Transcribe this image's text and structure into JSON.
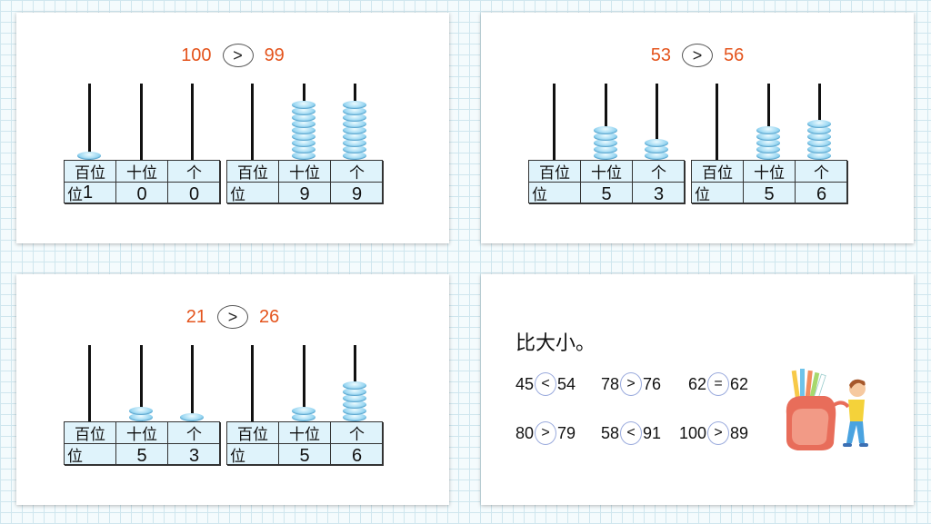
{
  "colors": {
    "accent": "#e4541d",
    "bead": "#7fcbed",
    "table_bg": "#dff3fb"
  },
  "headers": [
    "百位",
    "十位",
    "个",
    "位"
  ],
  "panels": [
    {
      "left": "100",
      "op": ">",
      "right": "99",
      "a": {
        "hundreds_val": "1",
        "tens": "0",
        "ones": "0",
        "beads": [
          1,
          0,
          0
        ]
      },
      "b": {
        "hundreds_val": "",
        "tens": "9",
        "ones": "9",
        "beads": [
          0,
          9,
          9
        ]
      }
    },
    {
      "left": "53",
      "op": ">",
      "right": "56",
      "a": {
        "hundreds_val": "",
        "tens": "5",
        "ones": "3",
        "beads": [
          0,
          5,
          3
        ]
      },
      "b": {
        "hundreds_val": "",
        "tens": "5",
        "ones": "6",
        "beads": [
          0,
          5,
          6
        ]
      }
    },
    {
      "left": "21",
      "op": ">",
      "right": "26",
      "a": {
        "hundreds_val": "",
        "tens": "5",
        "ones": "3",
        "beads": [
          0,
          2,
          1
        ]
      },
      "b": {
        "hundreds_val": "",
        "tens": "5",
        "ones": "6",
        "beads": [
          0,
          2,
          6
        ]
      }
    }
  ],
  "quiz": {
    "title": "比大小。",
    "items": [
      {
        "l": "45",
        "op": "<",
        "r": "54"
      },
      {
        "l": "78",
        "op": ">",
        "r": "76"
      },
      {
        "l": "62",
        "op": "=",
        "r": "62"
      },
      {
        "l": "80",
        "op": ">",
        "r": "79"
      },
      {
        "l": "58",
        "op": "<",
        "r": "91"
      },
      {
        "l": "100",
        "op": ">",
        "r": "89"
      }
    ]
  },
  "illustration": {
    "icon": "child-with-backpack-icon"
  }
}
